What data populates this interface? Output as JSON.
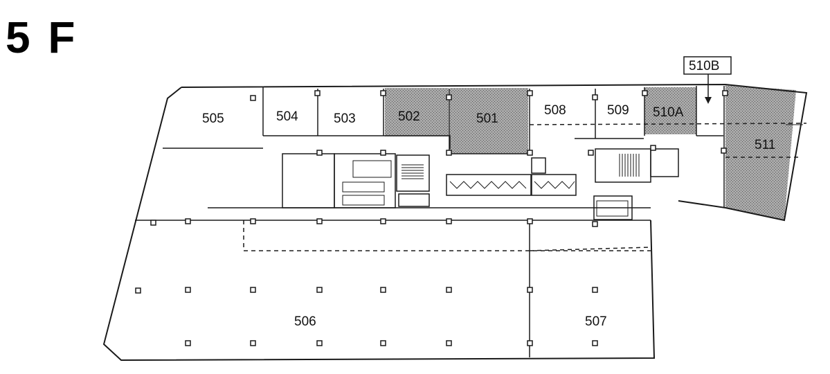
{
  "floor": {
    "title": "5 F"
  },
  "rooms": {
    "r505": "505",
    "r504": "504",
    "r503": "503",
    "r502": "502",
    "r501": "501",
    "r508": "508",
    "r509": "509",
    "r510A": "510A",
    "r510B": "510B",
    "r511": "511",
    "r506": "506",
    "r507": "507"
  },
  "colors": {
    "wall": "#1a1a1a",
    "occupied_fill": "#8f8f8f",
    "background": "#ffffff"
  }
}
